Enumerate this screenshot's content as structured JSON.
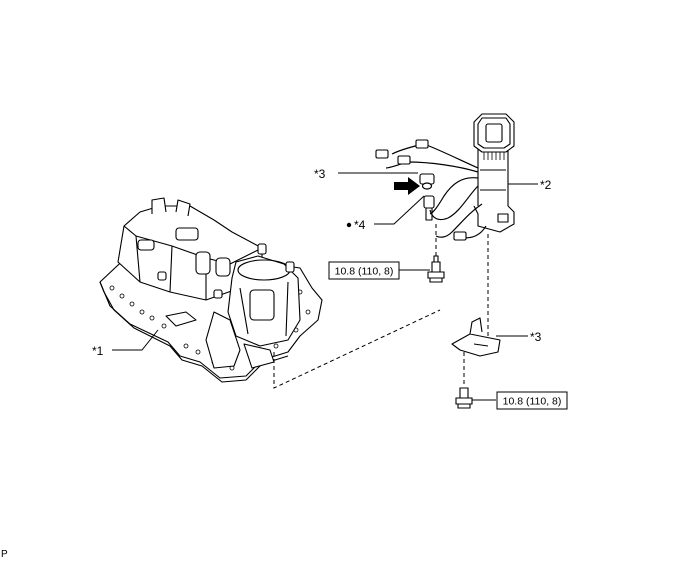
{
  "callouts": {
    "c1": "*1",
    "c2": "*2",
    "c3_top": "*3",
    "c3_bottom": "*3",
    "c4": "*4"
  },
  "torque": {
    "t1": "10.8 (110, 8)",
    "t2": "10.8 (110, 8)"
  },
  "corner_mark": "P"
}
